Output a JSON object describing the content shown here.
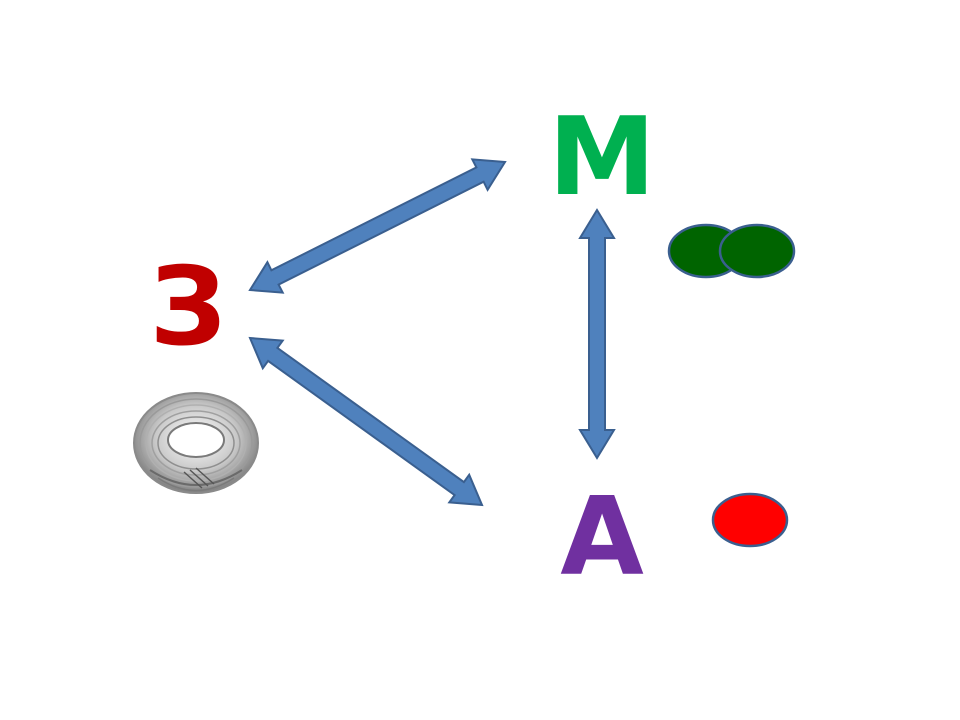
{
  "nodes": {
    "z": {
      "label": "З",
      "color": "#c00000"
    },
    "m": {
      "label": "М",
      "color": "#00b050"
    },
    "a": {
      "label": "А",
      "color": "#7030a0"
    }
  },
  "colors": {
    "arrow_fill": "#4f81bd",
    "arrow_stroke": "#3a5f8f",
    "green_circle_fill": "#006400",
    "green_circle_stroke": "#3a5f8f",
    "red_circle_fill": "#ff0000",
    "red_circle_stroke": "#3a5f8f"
  },
  "icons": {
    "wire_coil": "wire-coil-icon",
    "molecule": "diatomic-molecule-icon",
    "atom": "single-atom-icon"
  }
}
